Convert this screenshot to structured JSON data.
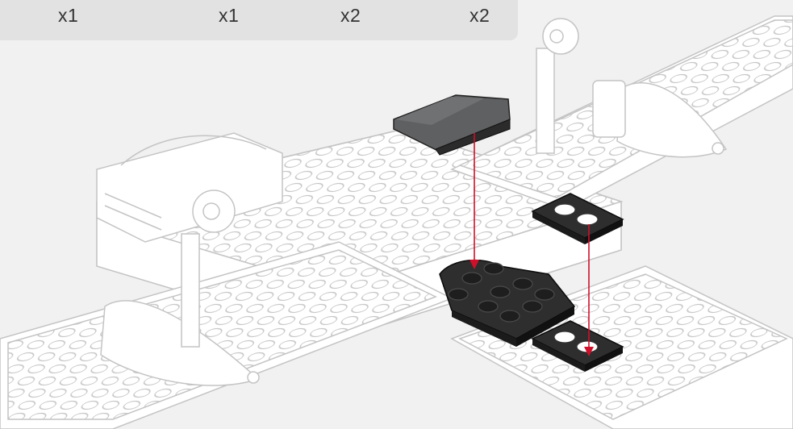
{
  "parts_list": {
    "quantities": [
      "x1",
      "x1",
      "x2",
      "x2"
    ]
  },
  "colors": {
    "background": "#f1f1f1",
    "parts_bar": "#e2e2e2",
    "model_outline": "#c4c4c4",
    "new_part_fill": "#2e2e2e",
    "slope_fill": "#5f6062",
    "guide_line": "#d0102a"
  },
  "step_parts": [
    {
      "name": "dark-gray-slope-tile",
      "color": "dark gray"
    },
    {
      "name": "black-wedge-plate",
      "color": "black"
    },
    {
      "name": "black-plate-1x2",
      "color": "black"
    },
    {
      "name": "black-plate-1x2",
      "color": "black"
    }
  ]
}
